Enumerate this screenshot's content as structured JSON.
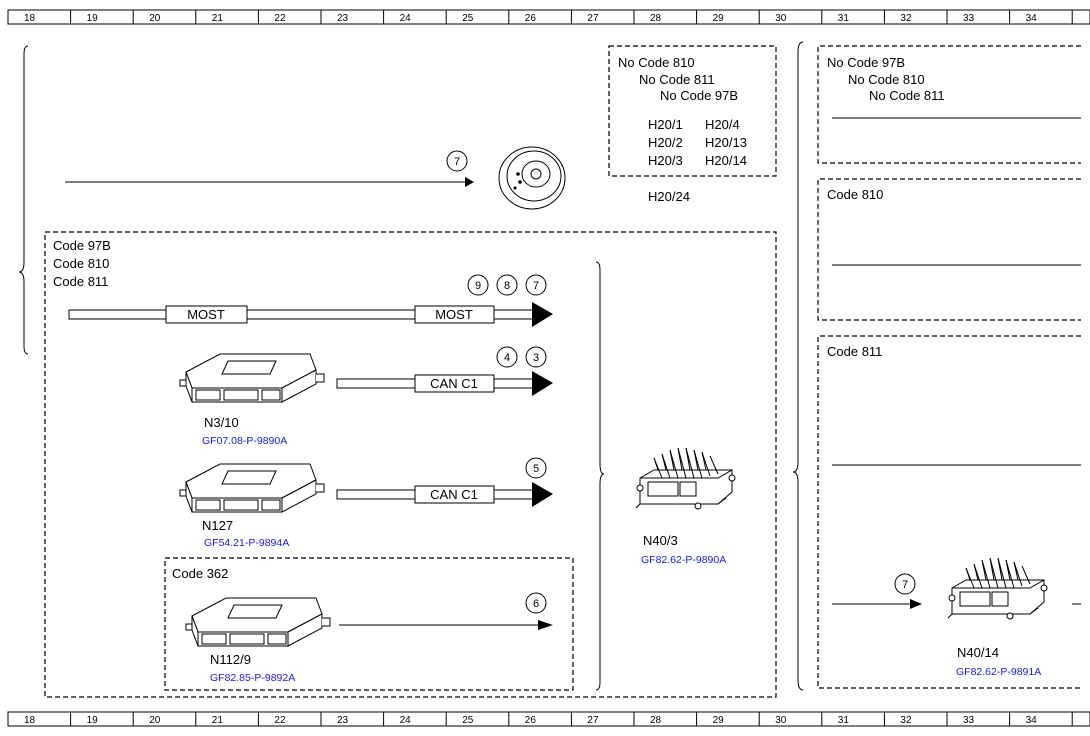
{
  "ruler": [
    "18",
    "19",
    "20",
    "21",
    "22",
    "23",
    "24",
    "25",
    "26",
    "27",
    "28",
    "29",
    "30",
    "31",
    "32",
    "33",
    "34"
  ],
  "codes": {
    "no810": "No Code 810",
    "no811": "No Code 811",
    "no97b": "No Code 97B",
    "c97b": "Code 97B",
    "c810": "Code 810",
    "c811": "Code 811",
    "c362": "Code 362",
    "r_no97b": "No Code 97B",
    "r_no810": "No Code 810",
    "r_no811": "No Code 811",
    "r_c810": "Code 810",
    "r_c811": "Code 811"
  },
  "h20": {
    "a1": "H20/1",
    "a2": "H20/2",
    "a3": "H20/3",
    "b1": "H20/4",
    "b2": "H20/13",
    "b3": "H20/14",
    "main": "H20/24"
  },
  "buses": {
    "most1": "MOST",
    "most2": "MOST",
    "can1": "CAN C1",
    "can2": "CAN C1"
  },
  "refs": {
    "top": "7",
    "most_a": "9",
    "most_b": "8",
    "most_c": "7",
    "can1_a": "4",
    "can1_b": "3",
    "can2_a": "5",
    "n112_a": "6",
    "right_a": "7"
  },
  "components": {
    "n3_10": {
      "label": "N3/10",
      "link": "GF07.08-P-9890A"
    },
    "n127": {
      "label": "N127",
      "link": "GF54.21-P-9894A"
    },
    "n112_9": {
      "label": "N112/9",
      "link": "GF82.85-P-9892A"
    },
    "n40_3": {
      "label": "N40/3",
      "link": "GF82.62-P-9890A"
    },
    "n40_14": {
      "label": "N40/14",
      "link": "GF82.62-P-9891A"
    }
  },
  "colors": {
    "link": "#1a1adb",
    "line": "#000000"
  }
}
